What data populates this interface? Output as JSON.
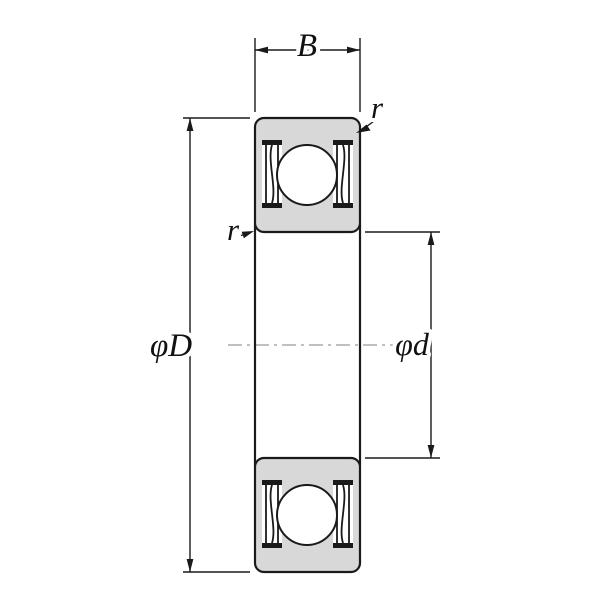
{
  "diagram": {
    "type": "ball-bearing-cross-section",
    "dimension_labels": {
      "width": "B",
      "outer_diameter": "φD",
      "bore_diameter": "φd",
      "chamfer_radius_outer": "r",
      "chamfer_radius_inner": "r"
    },
    "colors": {
      "outline": "#1a1a1a",
      "ring_fill": "#d8d8d8",
      "ball_fill": "#ffffff",
      "centerline": "#9a9a9a",
      "background": "#ffffff"
    }
  }
}
